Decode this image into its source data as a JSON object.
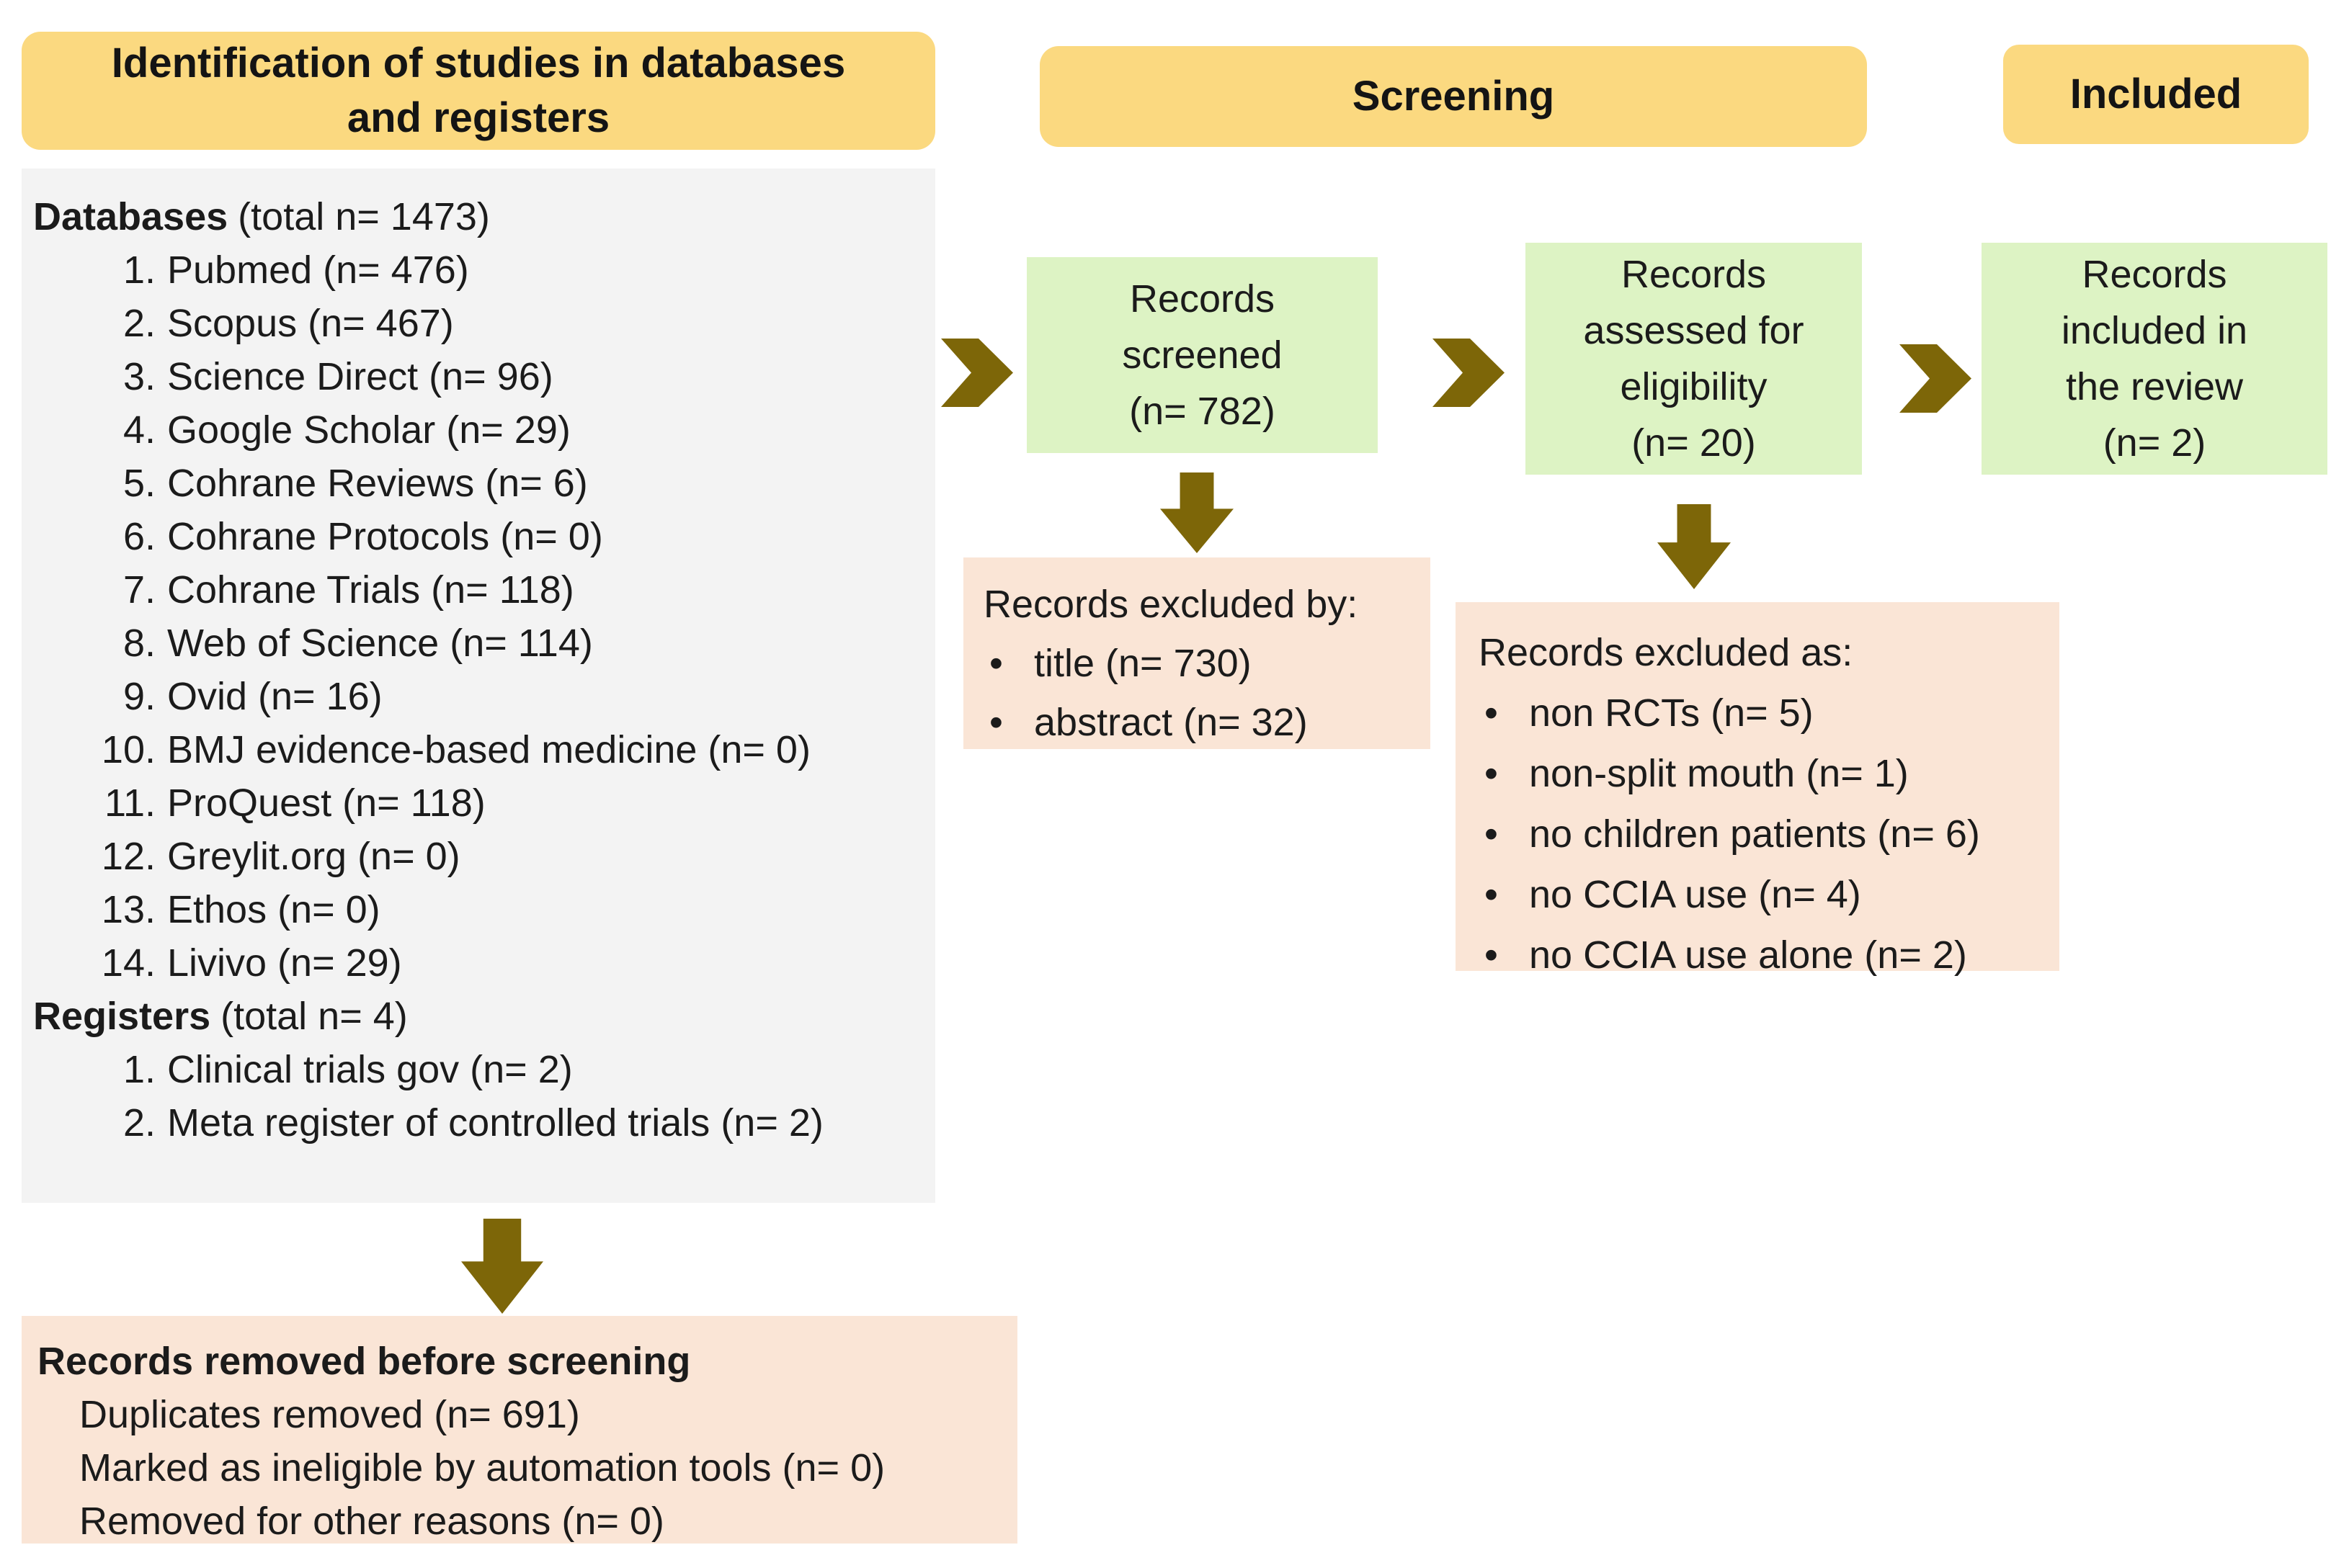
{
  "colors": {
    "header_bg": "#FBD980",
    "list_bg": "#F3F3F3",
    "stage_bg": "#DDF3C4",
    "note_bg": "#FAE5D6",
    "arrow": "#7D6608",
    "text": "#1B1B1B"
  },
  "headers": {
    "identification": {
      "lines": [
        "Identification of studies in databases",
        "and registers"
      ]
    },
    "screening": {
      "label": "Screening"
    },
    "included": {
      "label": "Included"
    }
  },
  "sources": {
    "databases_title": "Databases",
    "databases_total": "(total n= 1473)",
    "databases": [
      {
        "num": "1.",
        "text": "Pubmed (n= 476)"
      },
      {
        "num": "2.",
        "text": "Scopus (n= 467)"
      },
      {
        "num": "3.",
        "text": "Science Direct (n= 96)"
      },
      {
        "num": "4.",
        "text": "Google Scholar (n= 29)"
      },
      {
        "num": "5.",
        "text": "Cohrane Reviews (n= 6)"
      },
      {
        "num": "6.",
        "text": "Cohrane Protocols (n= 0)"
      },
      {
        "num": "7.",
        "text": "Cohrane Trials (n= 118)"
      },
      {
        "num": "8.",
        "text": "Web of Science (n= 114)"
      },
      {
        "num": "9.",
        "text": "Ovid (n= 16)"
      },
      {
        "num": "10.",
        "text": "BMJ evidence-based medicine (n= 0)"
      },
      {
        "num": "11.",
        "text": "ProQuest (n= 118)"
      },
      {
        "num": "12.",
        "text": "Greylit.org (n= 0)"
      },
      {
        "num": "13.",
        "text": "Ethos (n= 0)"
      },
      {
        "num": "14.",
        "text": "Livivo (n= 29)"
      }
    ],
    "registers_title": "Registers",
    "registers_total": "(total n= 4)",
    "registers": [
      {
        "num": "1.",
        "text": "Clinical trials gov (n= 2)"
      },
      {
        "num": "2.",
        "text": "Meta register of controlled trials (n= 2)"
      }
    ]
  },
  "flow": {
    "screened": {
      "lines": [
        "Records",
        "screened",
        "(n= 782)"
      ]
    },
    "assessed": {
      "lines": [
        "Records",
        "assessed for",
        "eligibility",
        "(n= 20)"
      ]
    },
    "included": {
      "lines": [
        "Records",
        "included in",
        "the review",
        "(n= 2)"
      ]
    }
  },
  "exclusions": {
    "by": {
      "title": "Records excluded by:",
      "items": [
        "title (n= 730)",
        "abstract (n= 32)"
      ]
    },
    "as": {
      "title": "Records excluded as:",
      "items": [
        "non RCTs (n= 5)",
        "non-split mouth (n= 1)",
        "no children patients (n= 6)",
        "no CCIA use (n= 4)",
        "no CCIA use alone (n= 2)"
      ]
    },
    "removed": {
      "title": "Records removed before screening",
      "items": [
        "Duplicates removed (n= 691)",
        "Marked as ineligible by automation tools (n= 0)",
        "Removed for other reasons (n= 0)"
      ]
    }
  }
}
